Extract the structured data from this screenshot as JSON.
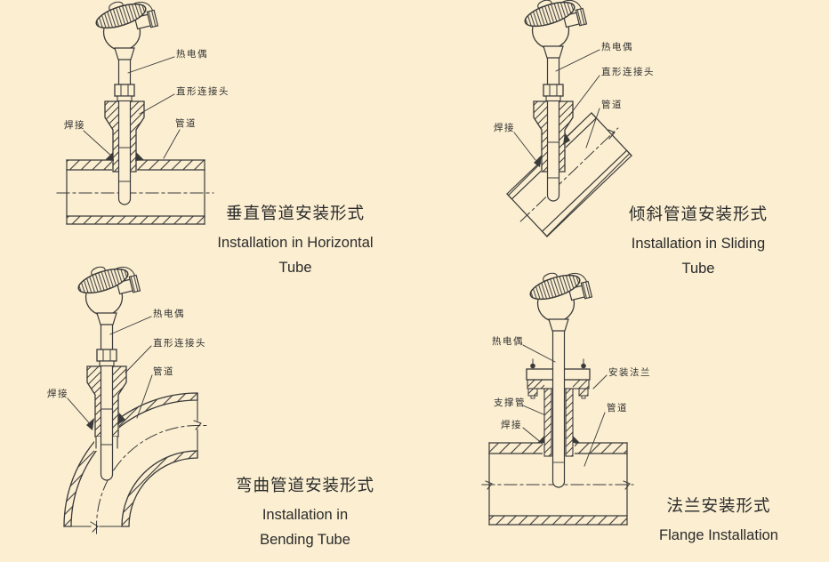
{
  "page": {
    "background": "#fbeed1",
    "ink": "#3a3a3a",
    "title_language": "zh-CN / en"
  },
  "diagrams": [
    {
      "name": "vertical-installation-in-horizontal-tube",
      "labels": {
        "thermocouple": "热电偶",
        "connector": "直形连接头",
        "weld": "焊接",
        "pipe": "管道"
      },
      "caption": {
        "zh": "垂直管道安装形式",
        "en1": "Installation in Horizontal",
        "en2": "Tube"
      }
    },
    {
      "name": "inclined-installation-in-sliding-tube",
      "labels": {
        "thermocouple": "热电偶",
        "connector": "直形连接头",
        "pipe": "管道",
        "weld": "焊接"
      },
      "caption": {
        "zh": "倾斜管道安装形式",
        "en1": "Installation in Sliding",
        "en2": "Tube"
      }
    },
    {
      "name": "installation-in-bending-tube",
      "labels": {
        "thermocouple": "热电偶",
        "connector": "直形连接头",
        "pipe": "管道",
        "weld": "焊接"
      },
      "caption": {
        "zh": "弯曲管道安装形式",
        "en1": "Installation in",
        "en2": "Bending Tube"
      }
    },
    {
      "name": "flange-installation",
      "labels": {
        "thermocouple": "热电偶",
        "flange": "安装法兰",
        "support_tube": "支撑管",
        "weld": "焊接",
        "pipe": "管道"
      },
      "caption": {
        "zh": "法兰安装形式",
        "en1": "Flange Installation",
        "en2": ""
      }
    }
  ]
}
